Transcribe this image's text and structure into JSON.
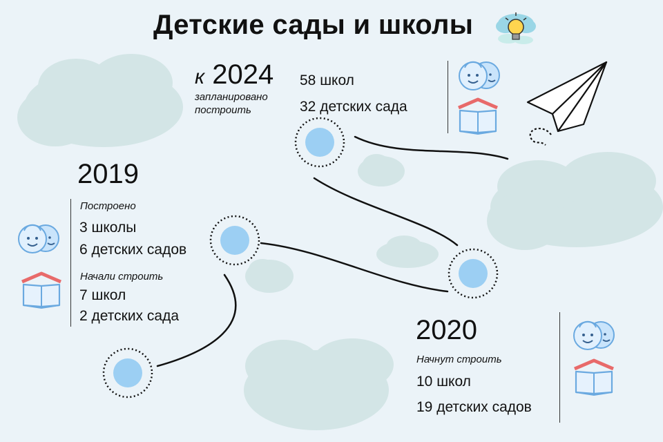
{
  "title": "Детские сады и школы",
  "y2024": {
    "prefix": "к",
    "year": "2024",
    "caption_line1": "запланировано",
    "caption_line2": "построить",
    "schools": "58 школ",
    "kindergartens": "32 детских сада"
  },
  "y2019": {
    "year": "2019",
    "built_label": "Построено",
    "built_schools": "3 школы",
    "built_kindergartens": "6 детских садов",
    "started_label": "Начали строить",
    "started_schools": "7 школ",
    "started_kindergartens": "2 детских сада"
  },
  "y2020": {
    "year": "2020",
    "label": "Начнут строить",
    "schools": "10 школ",
    "kindergartens": "19 детских садов"
  },
  "icons": {
    "kids": "two-children-faces-icon",
    "book": "open-book-icon",
    "title": "cloud-lightbulb-icon",
    "plane": "paper-plane-icon"
  },
  "colors": {
    "background": "#ebf3f8",
    "cloud": "#d3e5e6",
    "node_fill": "#9ccff3",
    "accent_red": "#e86a6a",
    "icon_blue": "#6aa9e0"
  }
}
